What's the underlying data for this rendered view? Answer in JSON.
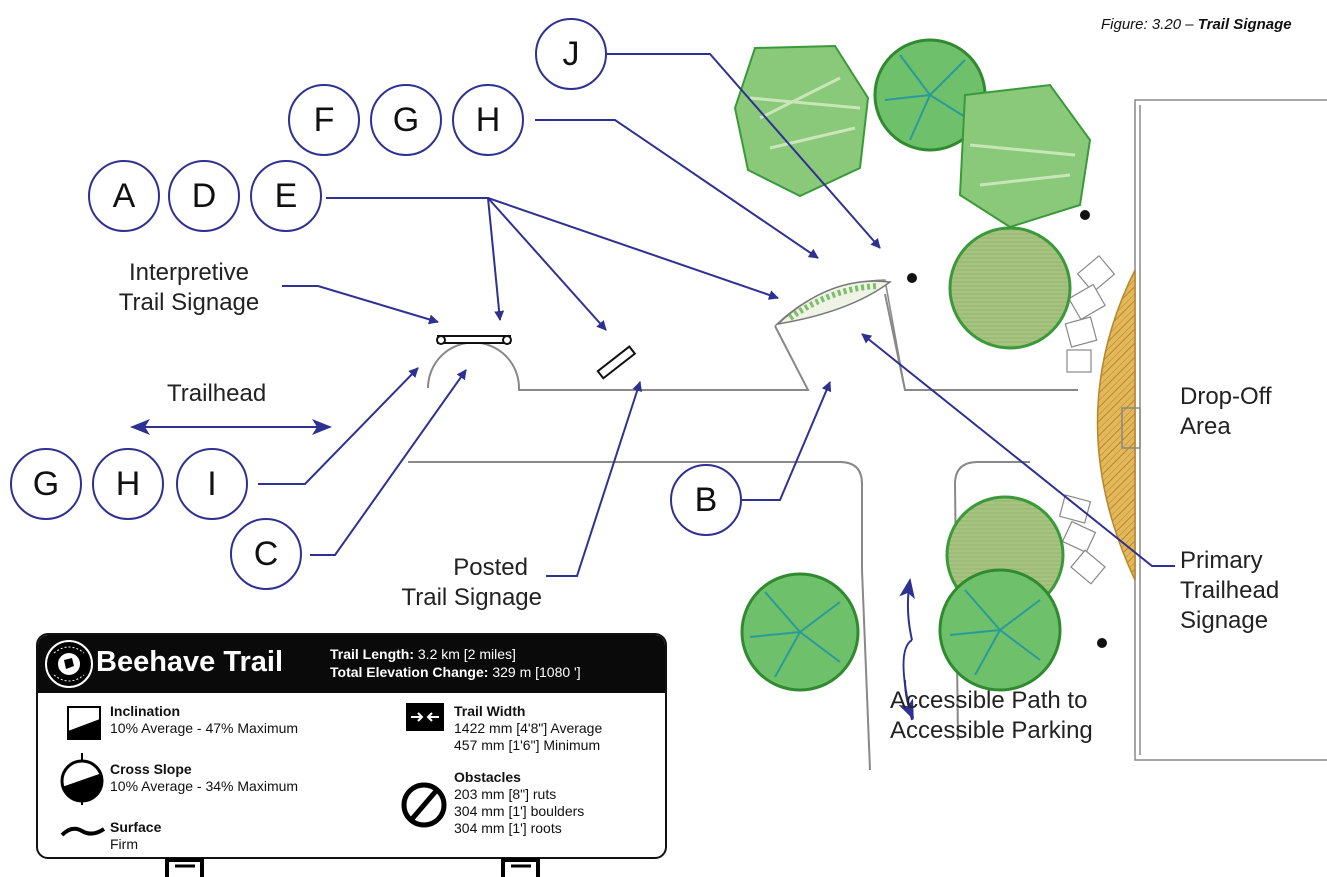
{
  "figure": {
    "caption_prefix": "Figure: 3.20 – ",
    "caption_title": "Trail Signage"
  },
  "callouts": {
    "top_j": "J",
    "fgh_f": "F",
    "fgh_g": "G",
    "fgh_h": "H",
    "ade_a": "A",
    "ade_d": "D",
    "ade_e": "E",
    "ghi_g": "G",
    "ghi_h": "H",
    "ghi_i": "I",
    "c": "C",
    "b": "B"
  },
  "labels": {
    "interpretive_line1": "Interpretive",
    "interpretive_line2": "Trail Signage",
    "trailhead": "Trailhead",
    "posted_line1": "Posted",
    "posted_line2": "Trail Signage",
    "dropoff_line1": "Drop-Off",
    "dropoff_line2": "Area",
    "primary_line1": "Primary",
    "primary_line2": "Trailhead",
    "primary_line3": "Signage",
    "path_line1": "Accessible Path to",
    "path_line2": "Accessible Parking"
  },
  "sign": {
    "trail_name": "Beehave Trail",
    "length_label": "Trail Length:",
    "length_value": " 3.2 km [2 miles]",
    "elev_label": "Total Elevation Change:",
    "elev_value": " 329 m [1080 ']",
    "logo_text_top": "RECREATION",
    "logo_text_bottom": "UNIVERSAL DESIGN",
    "inclination": {
      "title": "Inclination",
      "line1": "10% Average - 47% Maximum"
    },
    "cross_slope": {
      "title": "Cross Slope",
      "line1": "10% Average - 34% Maximum"
    },
    "surface": {
      "title": "Surface",
      "line1": "Firm"
    },
    "width": {
      "title": "Trail Width",
      "line1": "1422 mm [4'8\"] Average",
      "line2": "457 mm [1'6\"] Minimum"
    },
    "obstacles": {
      "title": "Obstacles",
      "line1": "203 mm [8\"] ruts",
      "line2": "304 mm [1'] boulders",
      "line3": "304 mm [1'] roots"
    }
  },
  "colors": {
    "arrow": "#2e3192",
    "tree_green": "#7cc070",
    "tree_light": "#a8d08d",
    "tree_olive": "#b5c98a",
    "paving": "#d4a84a",
    "outline": "#888888"
  },
  "icons": {
    "inclination": "inclination-icon",
    "cross_slope": "cross-slope-icon",
    "surface": "surface-wave-icon",
    "width": "trail-width-icon",
    "obstacles": "obstacles-prohibited-icon",
    "logo": "recreation-universal-design-logo"
  }
}
